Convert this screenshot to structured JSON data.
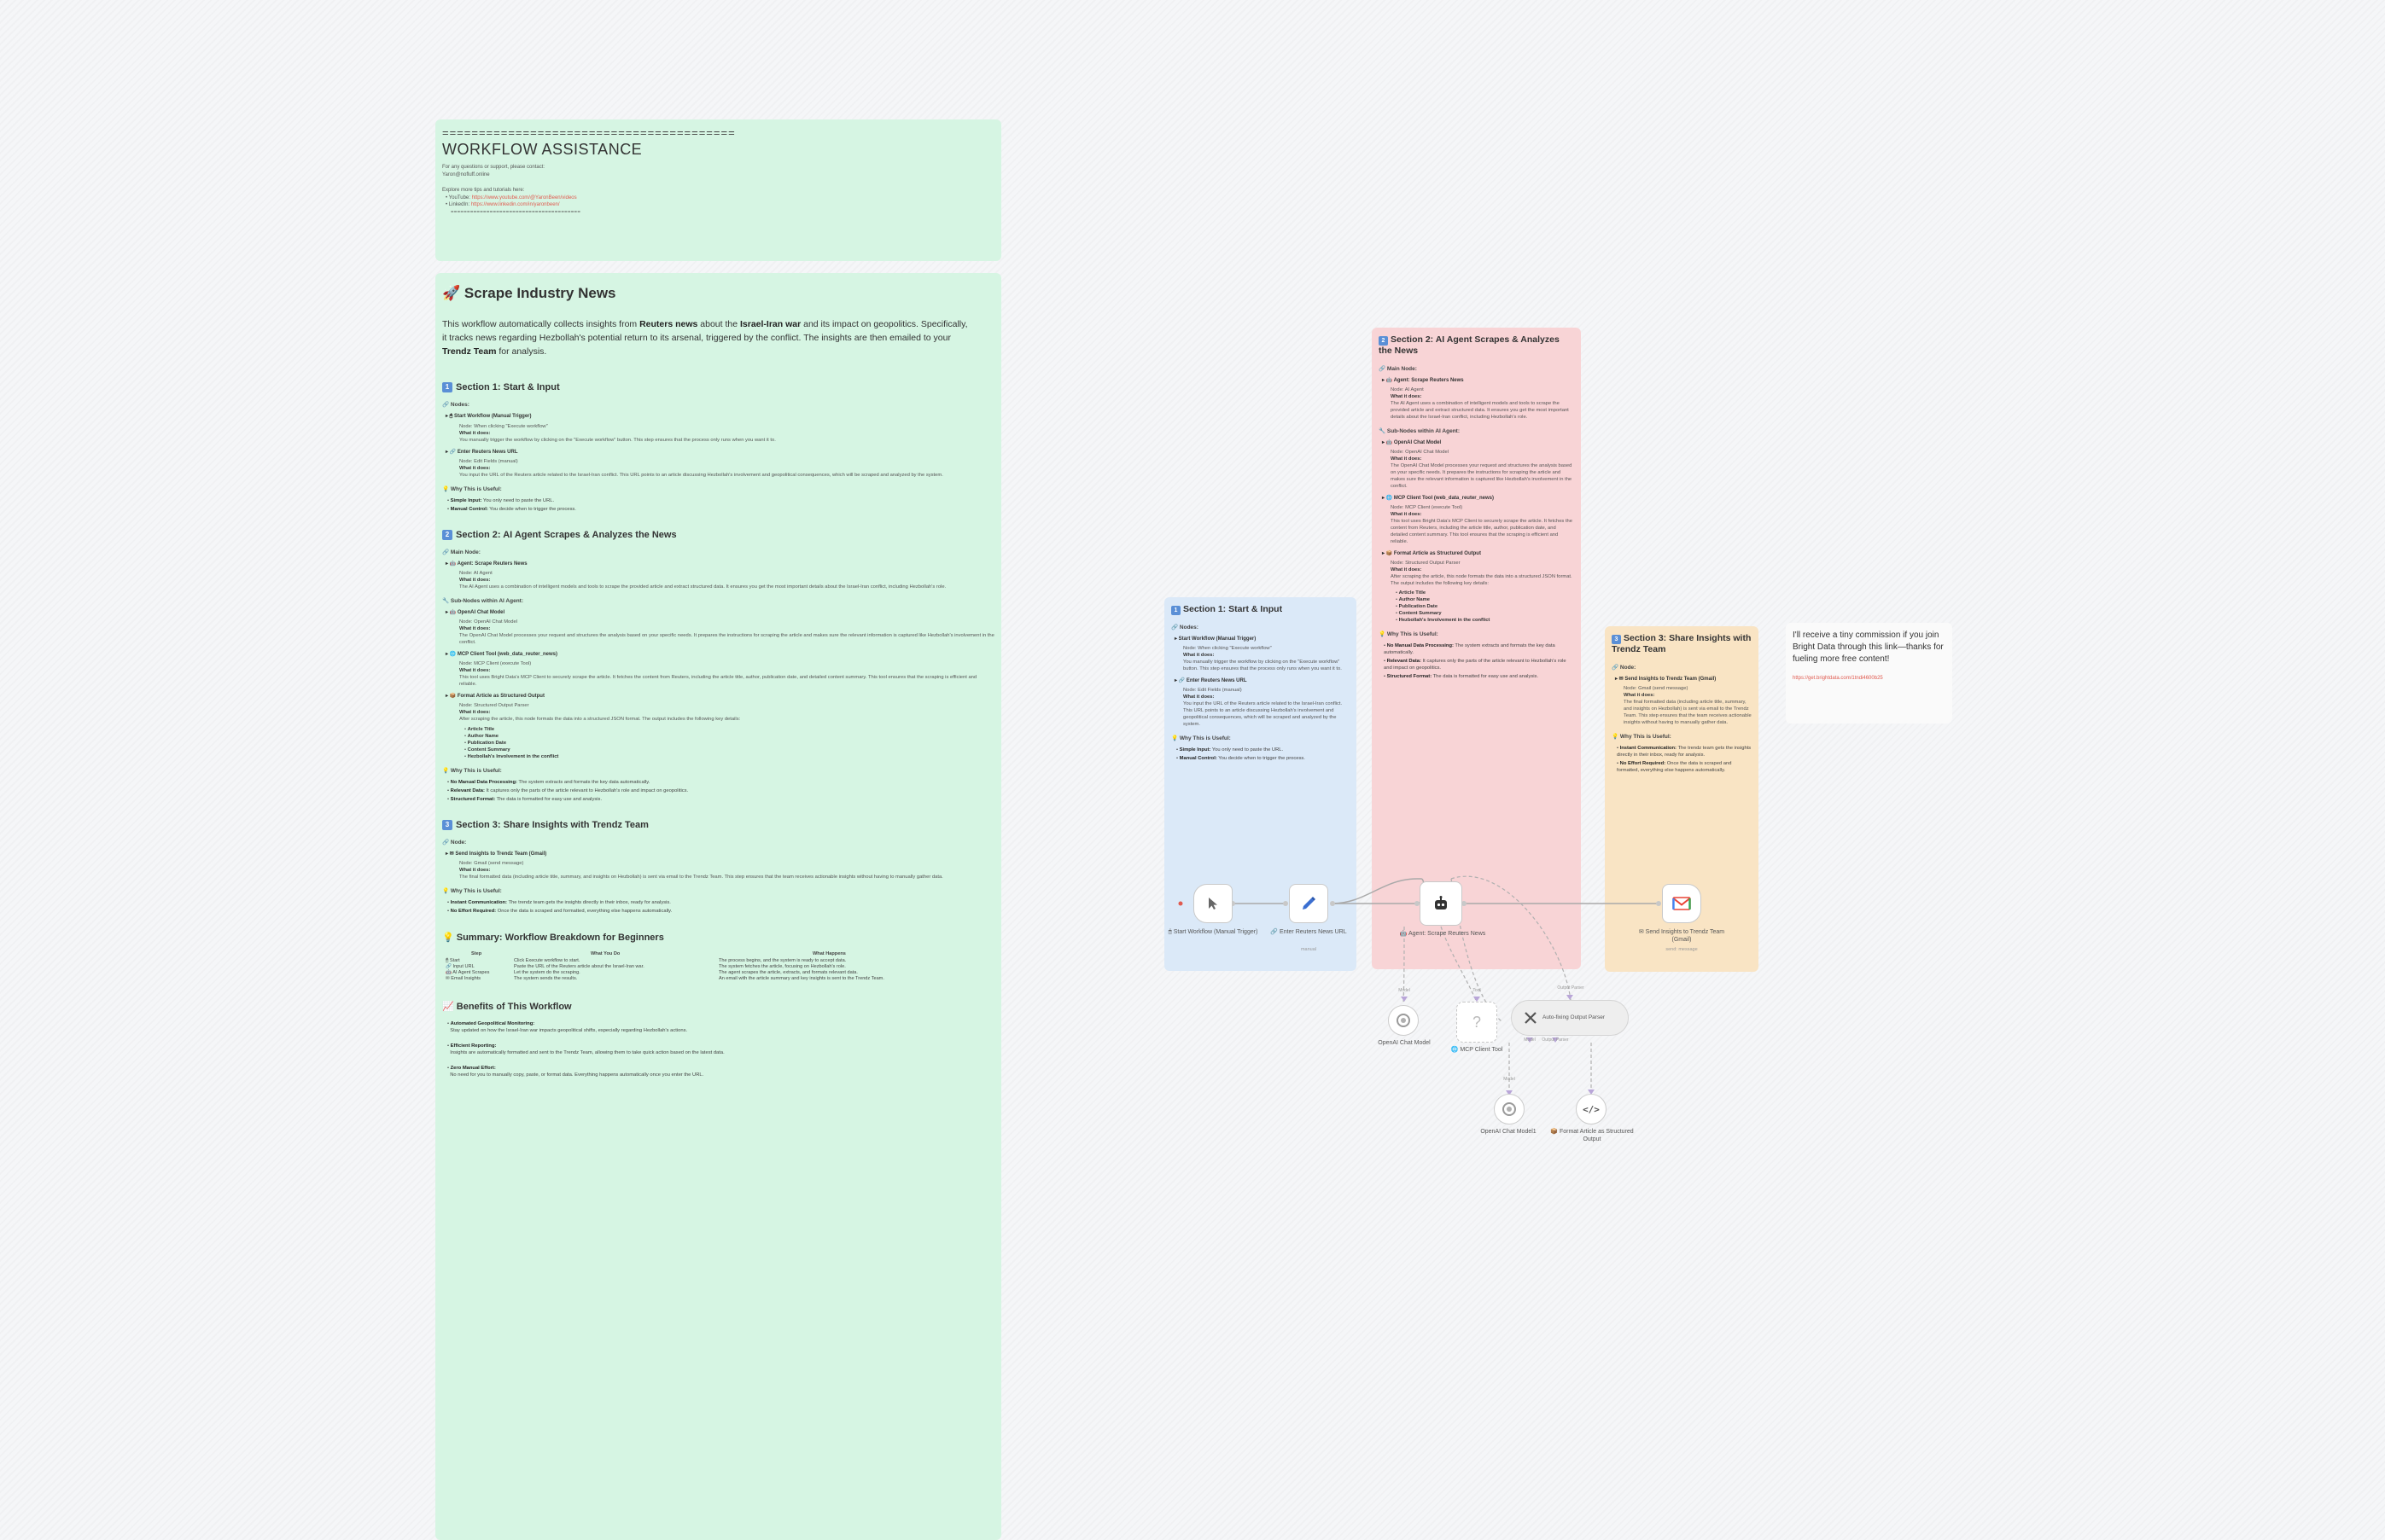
{
  "header_note": {
    "rule": "========================================",
    "title": "WORKFLOW ASSISTANCE",
    "line1": "For any questions or support, please contact:",
    "line2": "Yaron@nofluff.online",
    "explore": "Explore more tips and tutorials here:",
    "youtube_label": "YouTube:",
    "youtube_url": "https://www.youtube.com/@YaronBeen/videos",
    "linkedin_label": "LinkedIn:",
    "linkedin_url": "https://www.linkedin.com/in/yaronbeen/",
    "rule2": "========================================"
  },
  "main_note": {
    "title": "🚀 Scrape Industry News",
    "intro_1": "This workflow automatically collects insights from ",
    "intro_b1": "Reuters news",
    "intro_2": " about the ",
    "intro_b2": "Israel-Iran war",
    "intro_3": " and its impact on geopolitics. Specifically, it tracks news regarding Hezbollah's potential return to its arsenal, triggered by the conflict. The insights are then emailed to your ",
    "intro_b3": "Trendz Team",
    "intro_4": " for analysis.",
    "s1": {
      "num": "1",
      "title": "Section 1: Start & Input",
      "nodes_label": "🔗 Nodes:",
      "n1": "▸ 🖱 Start Workflow (Manual Trigger)",
      "n1_node": "Node: When clicking \"Execute workflow\"",
      "n1_what": "What it does:",
      "n1_desc": "You manually trigger the workflow by clicking on the \"Execute workflow\" button. This step ensures that the process only runs when you want it to.",
      "n2": "▸ 🔗 Enter Reuters News URL",
      "n2_node": "Node: Edit Fields (manual)",
      "n2_what": "What it does:",
      "n2_desc": "You input the URL of the Reuters article related to the Israel-Iran conflict. This URL points to an article discussing Hezbollah's involvement and geopolitical consequences, which will be scraped and analyzed by the system.",
      "why": "💡 Why This is Useful:",
      "b1_b": "Simple Input:",
      "b1": " You only need to paste the URL.",
      "b2_b": "Manual Control:",
      "b2": " You decide when to trigger the process."
    },
    "s2": {
      "num": "2",
      "title": "Section 2: AI Agent Scrapes & Analyzes the News",
      "nodes_label": "🔗 Main Node:",
      "n1": "▸ 🤖 Agent: Scrape Reuters News",
      "n1_node": "Node: AI Agent",
      "n1_what": "What it does:",
      "n1_desc": "The AI Agent uses a combination of intelligent models and tools to scrape the provided article and extract structured data. It ensures you get the most important details about the Israel-Iran conflict, including Hezbollah's role.",
      "sub": "🔧 Sub-Nodes within AI Agent:",
      "n2": "▸ 🤖 OpenAI Chat Model",
      "n2_node": "Node: OpenAI Chat Model",
      "n2_what": "What it does:",
      "n2_desc": "The OpenAI Chat Model processes your request and structures the analysis based on your specific needs. It prepares the instructions for scraping the article and makes sure the relevant information is captured like Hezbollah's involvement in the conflict.",
      "n3": "▸ 🌐 MCP Client Tool (web_data_reuter_news)",
      "n3_node": "Node: MCP Client (execute Tool)",
      "n3_what": "What it does:",
      "n3_desc": "This tool uses Bright Data's MCP Client to securely scrape the article. It fetches the content from Reuters, including the article title, author, publication date, and detailed content summary. This tool ensures that the scraping is efficient and reliable.",
      "n4": "▸ 📦 Format Article as Structured Output",
      "n4_node": "Node: Structured Output Parser",
      "n4_what": "What it does:",
      "n4_desc": "After scraping the article, this node formats the data into a structured JSON format. The output includes the following key details:",
      "list": [
        "Article Title",
        "Author Name",
        "Publication Date",
        "Content Summary",
        "Hezbollah's Involvement in the conflict"
      ],
      "why": "💡 Why This is Useful:",
      "b1_b": "No Manual Data Processing:",
      "b1": " The system extracts and formats the key data automatically.",
      "b2_b": "Relevant Data:",
      "b2": " It captures only the parts of the article relevant to Hezbollah's role and impact on geopolitics.",
      "b3_b": "Structured Format:",
      "b3": " The data is formatted for easy use and analysis."
    },
    "s3": {
      "num": "3",
      "title": "Section 3: Share Insights with Trendz Team",
      "nodes_label": "🔗 Node:",
      "n1": "▸ ✉ Send Insights to Trendz Team (Gmail)",
      "n1_node": "Node: Gmail (send message)",
      "n1_what": "What it does:",
      "n1_desc": "The final formatted data (including article title, summary, and insights on Hezbollah) is sent via email to the Trendz Team. This step ensures that the team receives actionable insights without having to manually gather data.",
      "why": "💡 Why This is Useful:",
      "b1_b": "Instant Communication:",
      "b1": " The trendz team gets the insights directly in their inbox, ready for analysis.",
      "b2_b": "No Effort Required:",
      "b2": " Once the data is scraped and formatted, everything else happens automatically."
    },
    "summary": {
      "title": "💡 Summary: Workflow Breakdown for Beginners",
      "h_step": "Step",
      "h_what": "What You Do",
      "h_happens": "What Happens",
      "r1_step": "🖱 Start",
      "r1_do": "Click Execute workflow to start.",
      "r1_happens": "The process begins, and the system is ready to accept data.",
      "r2_step": "🔗 Input URL",
      "r2_do": "Paste the URL of the Reuters article about the Israel-Iran war.",
      "r2_happens": "The system fetches the article, focusing on Hezbollah's role.",
      "r3_step": "🤖 AI Agent Scrapes",
      "r3_do": "Let the system do the scraping.",
      "r3_happens": "The agent scrapes the article, extracts, and formats relevant data.",
      "r4_step": "✉ Email Insights",
      "r4_do": "The system sends the results.",
      "r4_happens": "An email with the article summary and key insights is sent to the Trendz Team."
    },
    "benefits": {
      "title": "📈 Benefits of This Workflow",
      "b1_t": "Automated Geopolitical Monitoring:",
      "b1": "Stay updated on how the Israel-Iran war impacts geopolitical shifts, especially regarding Hezbollah's actions.",
      "b2_t": "Efficient Reporting:",
      "b2": "Insights are automatically formatted and sent to the Trendz Team, allowing them to take quick action based on the latest data.",
      "b3_t": "Zero Manual Effort:",
      "b3": "No need for you to manually copy, paste, or format data. Everything happens automatically once you enter the URL."
    }
  },
  "canvas": {
    "sec1": {
      "num": "1",
      "title": "Section 1: Start & Input",
      "nodes_label": "🔗 Nodes:",
      "n1": "▸ Start Workflow (Manual Trigger)",
      "n1_node": "Node: When clicking \"Execute workflow\"",
      "n1_what": "What it does:",
      "n1_desc": "You manually trigger the workflow by clicking on the \"Execute workflow\" button. This step ensures that the process only runs when you want it to.",
      "n2": "▸ 🔗 Enter Reuters News URL",
      "n2_node": "Node: Edit Fields (manual)",
      "n2_what": "What it does:",
      "n2_desc": "You input the URL of the Reuters article related to the Israel-Iran conflict. This URL points to an article discussing Hezbollah's involvement and geopolitical consequences, which will be scraped and analyzed by the system.",
      "why": "💡 Why This is Useful:",
      "b1_b": "Simple Input:",
      "b1": " You only need to paste the URL.",
      "b2_b": "Manual Control:",
      "b2": " You decide when to trigger the process."
    },
    "sec2": {
      "num": "2",
      "title": "Section 2: AI Agent Scrapes & Analyzes the News",
      "nodes_label": "🔗 Main Node:",
      "n1": "▸ 🤖 Agent: Scrape Reuters News",
      "n1_node": "Node: AI Agent",
      "n1_what": "What it does:",
      "n1_desc": "The AI Agent uses a combination of intelligent models and tools to scrape the provided article and extract structured data. It ensures you get the most important details about the Israel-Iran conflict, including Hezbollah's role.",
      "sub": "🔧 Sub-Nodes within AI Agent:",
      "n2": "▸ 🤖 OpenAI Chat Model",
      "n2_node": "Node: OpenAI Chat Model",
      "n2_what": "What it does:",
      "n2_desc": "The OpenAI Chat Model processes your request and structures the analysis based on your specific needs. It prepares the instructions for scraping the article and makes sure the relevant information is captured like Hezbollah's involvement in the conflict.",
      "n3": "▸ 🌐 MCP Client Tool (web_data_reuter_news)",
      "n3_node": "Node: MCP Client (execute Tool)",
      "n3_what": "What it does:",
      "n3_desc": "This tool uses Bright Data's MCP Client to securely scrape the article. It fetches the content from Reuters, including the article title, author, publication date, and detailed content summary. This tool ensures that the scraping is efficient and reliable.",
      "n4": "▸ 📦 Format Article as Structured Output",
      "n4_node": "Node: Structured Output Parser",
      "n4_what": "What it does:",
      "n4_desc": "After scraping the article, this node formats the data into a structured JSON format. The output includes the following key details:",
      "list": [
        "Article Title",
        "Author Name",
        "Publication Date",
        "Content Summary",
        "Hezbollah's Involvement in the conflict"
      ],
      "why": "💡 Why This is Useful:",
      "b1_b": "No Manual Data Processing:",
      "b1": " The system extracts and formats the key data automatically.",
      "b2_b": "Relevant Data:",
      "b2": " It captures only the parts of the article relevant to Hezbollah's role and impact on geopolitics.",
      "b3_b": "Structured Format:",
      "b3": " The data is formatted for easy use and analysis."
    },
    "sec3": {
      "num": "3",
      "title": "Section 3: Share Insights with Trendz Team",
      "nodes_label": "🔗 Node:",
      "n1": "▸ ✉ Send Insights to Trendz Team (Gmail)",
      "n1_node": "Node: Gmail (send message)",
      "n1_what": "What it does:",
      "n1_desc": "The final formatted data (including article title, summary, and insights on Hezbollah) is sent via email to the Trendz Team. This step ensures that the team receives actionable insights without having to manually gather data.",
      "why": "💡 Why This is Useful:",
      "b1_b": "Instant Communication:",
      "b1": " The trendz team gets the insights directly in their inbox, ready for analysis.",
      "b2_b": "No Effort Required:",
      "b2": " Once the data is scraped and formatted, everything else happens automatically."
    },
    "affiliate": {
      "text": "I'll receive a tiny commission if you join Bright Data through this link—thanks for fueling more free content!",
      "link": "https://get.brightdata.com/1tndi4600b25"
    }
  },
  "workflow": {
    "trigger_label": "🖱 Start Workflow (Manual Trigger)",
    "edit_label": "🔗 Enter Reuters News URL",
    "edit_sub": "manual",
    "agent_label": "🤖 Agent: Scrape Reuters News",
    "gmail_label": "✉ Send Insights to Trendz Team (Gmail)",
    "gmail_sub": "send: message",
    "openai_label": "OpenAI Chat Model",
    "mcp_label": "🌐 MCP Client Tool",
    "parser_label": "Auto-fixing Output Parser",
    "openai2_label": "OpenAI Chat Model1",
    "format_label": "📦 Format Article as Structured Output",
    "port_model": "Model",
    "port_tool": "Tool",
    "port_parser": "Output Parser",
    "port_model2": "Model",
    "port_parser2": "Output Parser",
    "port_model3": "Model",
    "colors": {
      "green_note": "#d6f5e3",
      "blue_note": "#dbe9f8",
      "red_note": "#f8d4d6",
      "amber_note": "#f9e4c4",
      "link": "#e05a4f",
      "gmail": "#ea4335"
    },
    "icons": [
      "cursor-icon",
      "pencil-icon",
      "robot-icon",
      "gmail-icon",
      "openai-icon",
      "question-icon",
      "tools-icon",
      "code-icon"
    ]
  }
}
